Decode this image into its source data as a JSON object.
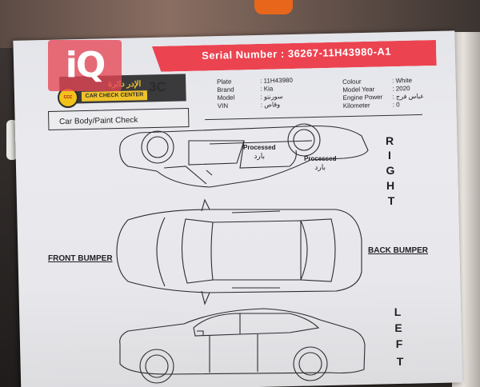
{
  "watermark": "iQ",
  "header": {
    "serial_label": "Serial Number :",
    "serial_value": "36267-11H43980-A1",
    "logo_arabic": "الإدر دائرة",
    "logo_name": "CAR CHECK CENTER",
    "logo_code": "3C"
  },
  "vehicle": {
    "left": [
      {
        "label": "Plate",
        "value": ": 11H43980"
      },
      {
        "label": "Brand",
        "value": ": Kia"
      },
      {
        "label": "Model",
        "value": ": سورنتو"
      },
      {
        "label": "VIN",
        "value": ": وقاص"
      }
    ],
    "right": [
      {
        "label": "Colour",
        "value": ": White"
      },
      {
        "label": "Model Year",
        "value": ": 2020"
      },
      {
        "label": "Engine Power",
        "value": ": عباس فرج"
      },
      {
        "label": "Kilometer",
        "value": ": 0"
      }
    ]
  },
  "section_title": "Car Body/Paint Check",
  "sides": {
    "right": [
      "R",
      "I",
      "G",
      "H",
      "T"
    ],
    "left": [
      "L",
      "E",
      "F",
      "T"
    ],
    "front": "FRONT BUMPER",
    "back": "BACK BUMPER"
  },
  "marks": [
    {
      "en": "Processed",
      "ar": "بارد"
    },
    {
      "en": "Processed",
      "ar": "بارد"
    }
  ],
  "colors": {
    "accent": "#ec4350",
    "logo_yellow": "#f0c22a",
    "paper": "#e8e8ec"
  }
}
